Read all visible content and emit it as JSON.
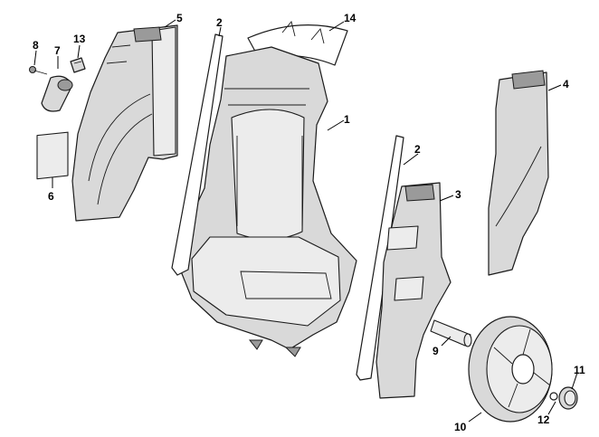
{
  "diagram": {
    "callouts": [
      {
        "id": "c1",
        "label": "1"
      },
      {
        "id": "c2a",
        "label": "2"
      },
      {
        "id": "c2b",
        "label": "2"
      },
      {
        "id": "c3",
        "label": "3"
      },
      {
        "id": "c4",
        "label": "4"
      },
      {
        "id": "c5",
        "label": "5"
      },
      {
        "id": "c6",
        "label": "6"
      },
      {
        "id": "c7",
        "label": "7"
      },
      {
        "id": "c8",
        "label": "8"
      },
      {
        "id": "c9",
        "label": "9"
      },
      {
        "id": "c10",
        "label": "10"
      },
      {
        "id": "c11",
        "label": "11"
      },
      {
        "id": "c12",
        "label": "12"
      },
      {
        "id": "c13",
        "label": "13"
      },
      {
        "id": "c14",
        "label": "14"
      }
    ]
  }
}
